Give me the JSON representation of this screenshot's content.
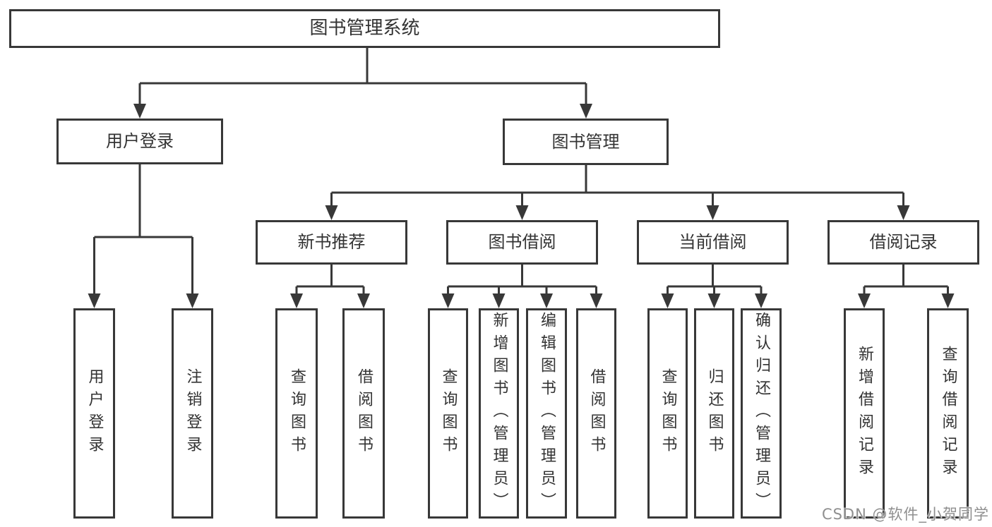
{
  "diagram": {
    "root": {
      "label": "图书管理系统"
    },
    "branches": [
      {
        "label": "用户登录",
        "children": [
          {
            "label": "用户登录"
          },
          {
            "label": "注销登录"
          }
        ]
      },
      {
        "label": "图书管理",
        "sections": [
          {
            "label": "新书推荐",
            "children": [
              {
                "label": "查询图书"
              },
              {
                "label": "借阅图书"
              }
            ]
          },
          {
            "label": "图书借阅",
            "children": [
              {
                "label": "查询图书"
              },
              {
                "label": "新增图书（管理员）"
              },
              {
                "label": "编辑图书（管理员）"
              },
              {
                "label": "借阅图书"
              }
            ]
          },
          {
            "label": "当前借阅",
            "children": [
              {
                "label": "查询图书"
              },
              {
                "label": "归还图书"
              },
              {
                "label": "确认归还（管理员）"
              }
            ]
          },
          {
            "label": "借阅记录",
            "children": [
              {
                "label": "新增借阅记录"
              },
              {
                "label": "查询借阅记录"
              }
            ]
          }
        ]
      }
    ]
  },
  "watermark": {
    "text": "CSDN @软件_小贺同学"
  }
}
